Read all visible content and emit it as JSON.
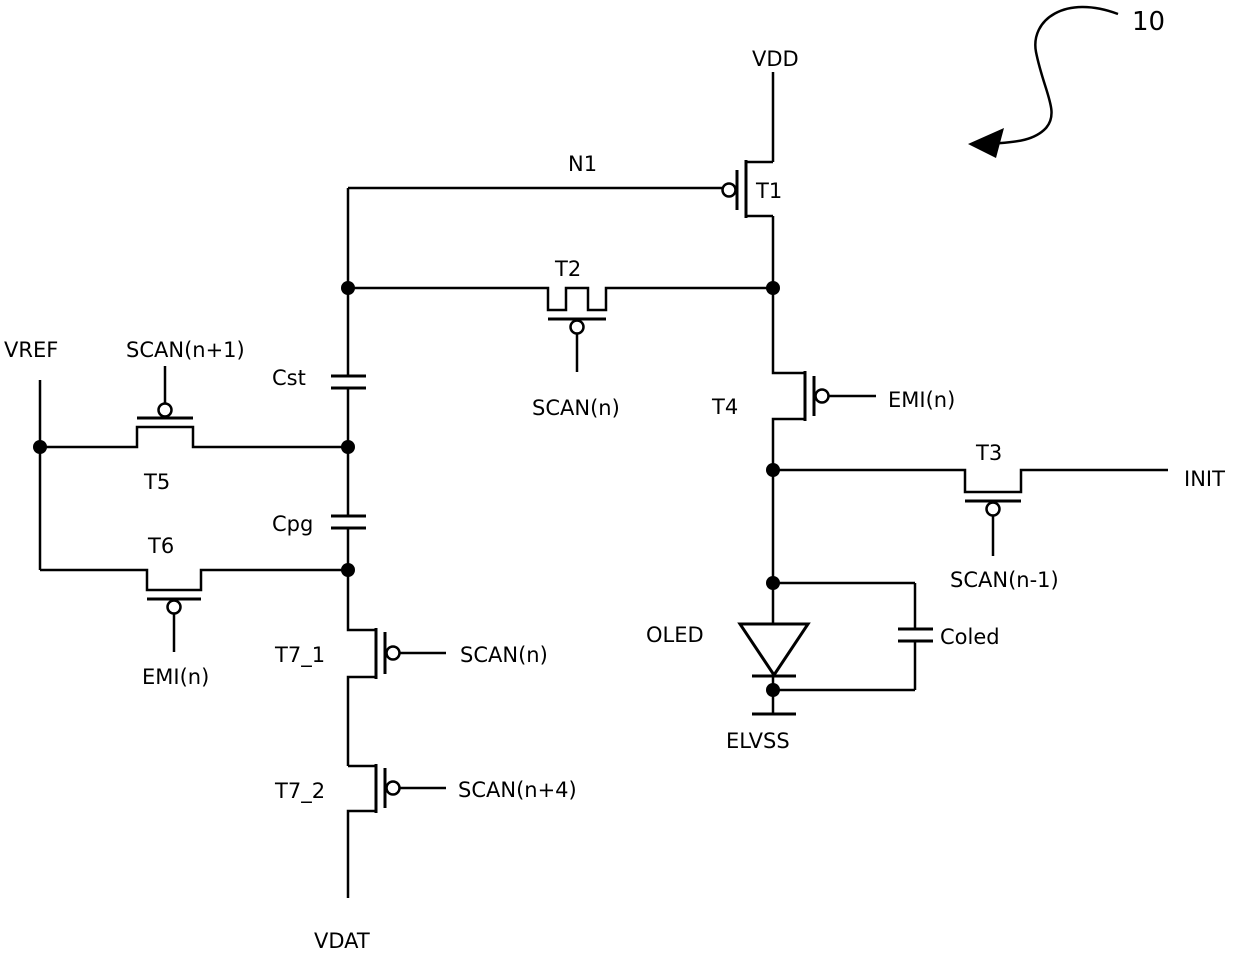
{
  "figure": {
    "reference_number": "10",
    "rails": {
      "vdd": "VDD",
      "vref": "VREF",
      "init": "INIT",
      "vdat": "VDAT",
      "elvss": "ELVSS"
    },
    "nodes": {
      "n1": "N1"
    },
    "transistors": {
      "t1": "T1",
      "t2": "T2",
      "t3": "T3",
      "t4": "T4",
      "t5": "T5",
      "t6": "T6",
      "t7_1": "T7_1",
      "t7_2": "T7_2"
    },
    "capacitors": {
      "cst": "Cst",
      "cpg": "Cpg",
      "coled": "Coled"
    },
    "diode": "OLED",
    "signals": {
      "t2_gate": "SCAN(n)",
      "t4_gate": "EMI(n)",
      "t3_gate": "SCAN(n-1)",
      "t5_gate": "SCAN(n+1)",
      "t6_gate": "EMI(n)",
      "t7_1_gate": "SCAN(n)",
      "t7_2_gate": "SCAN(n+4)"
    }
  }
}
